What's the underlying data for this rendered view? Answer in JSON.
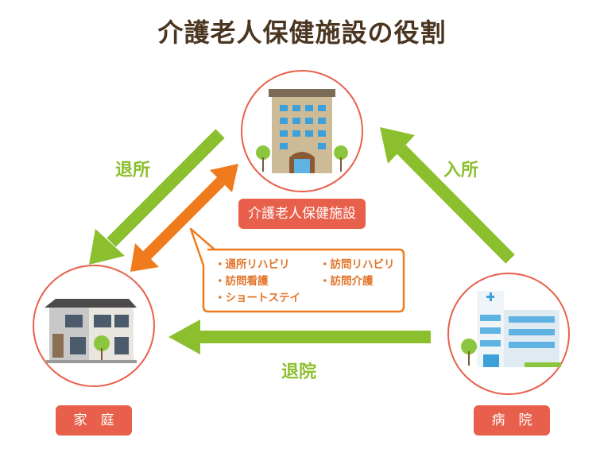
{
  "title": "介護老人保健施設の役割",
  "nodes": {
    "facility": "介護老人保健施設",
    "home": "家　庭",
    "hospital": "病　院"
  },
  "arrows": {
    "discharge_facility": "退所",
    "admission": "入所",
    "discharge_hospital": "退院"
  },
  "services": [
    "・通所リハビリ",
    "・訪問看護",
    "・ショートステイ",
    "・訪問リハビリ",
    "・訪問介護"
  ],
  "colors": {
    "green_arrow": "#8cbf2e",
    "orange_arrow": "#f07b1c",
    "label_bg": "#e8604c",
    "circle_stroke": "#e8604c",
    "title": "#4a3520"
  }
}
